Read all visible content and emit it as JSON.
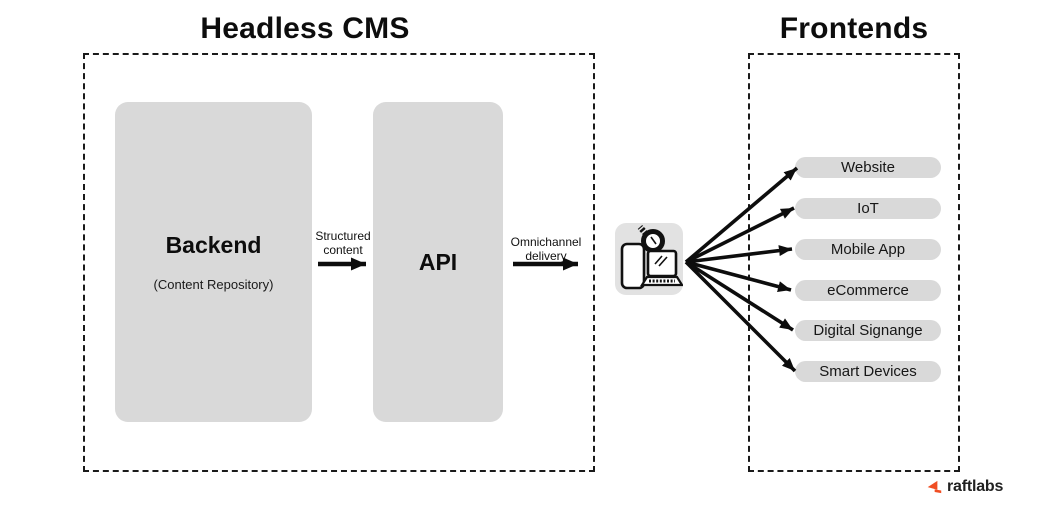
{
  "headless_cms": {
    "title": "Headless CMS",
    "backend": {
      "title": "Backend",
      "subtitle": "(Content Repository)"
    },
    "api": {
      "title": "API"
    }
  },
  "flows": {
    "structured_content_label": "Structured content",
    "omnichannel_delivery_label": "Omnichannel delivery"
  },
  "hub": {
    "icon": "devices-icon (smartwatch, smartphone, laptop)"
  },
  "frontends": {
    "title": "Frontends",
    "items": [
      "Website",
      "IoT",
      "Mobile App",
      "eCommerce",
      "Digital Signange",
      "Smart Devices"
    ]
  },
  "logo": {
    "text": "raftlabs",
    "icon": "raftlabs-flag-icon"
  },
  "colors": {
    "box_fill": "#d9d9d9",
    "pill_fill": "#d9d9d9",
    "hub_icon_bg": "#e2e2e2",
    "dashed_border": "#1a1a1a",
    "arrow": "#0d0d0d",
    "logo_orange": "#f04e23"
  }
}
